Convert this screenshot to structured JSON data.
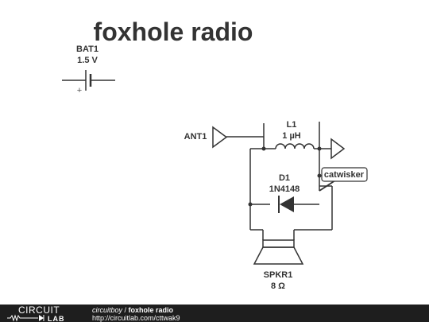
{
  "title": "foxhole radio",
  "components": {
    "bat1": {
      "name": "BAT1",
      "value": "1.5 V",
      "plus": "+"
    },
    "ant1": {
      "name": "ANT1"
    },
    "l1": {
      "name": "L1",
      "value": "1 µH"
    },
    "d1": {
      "name": "D1",
      "value": "1N4148"
    },
    "catwisker": {
      "name": "catwisker"
    },
    "spkr1": {
      "name": "SPKR1",
      "value": "8 Ω"
    }
  },
  "footer": {
    "logo_top": "CIRCUIT",
    "logo_bottom": "LAB",
    "user": "circuitboy",
    "separator": " / ",
    "circuit_title": "foxhole radio",
    "url": "http://circuitlab.com/cttwak9"
  },
  "colors": {
    "wire": "#333333",
    "text": "#333333",
    "footer_bg": "#1e1e1e",
    "background": "#ffffff"
  }
}
